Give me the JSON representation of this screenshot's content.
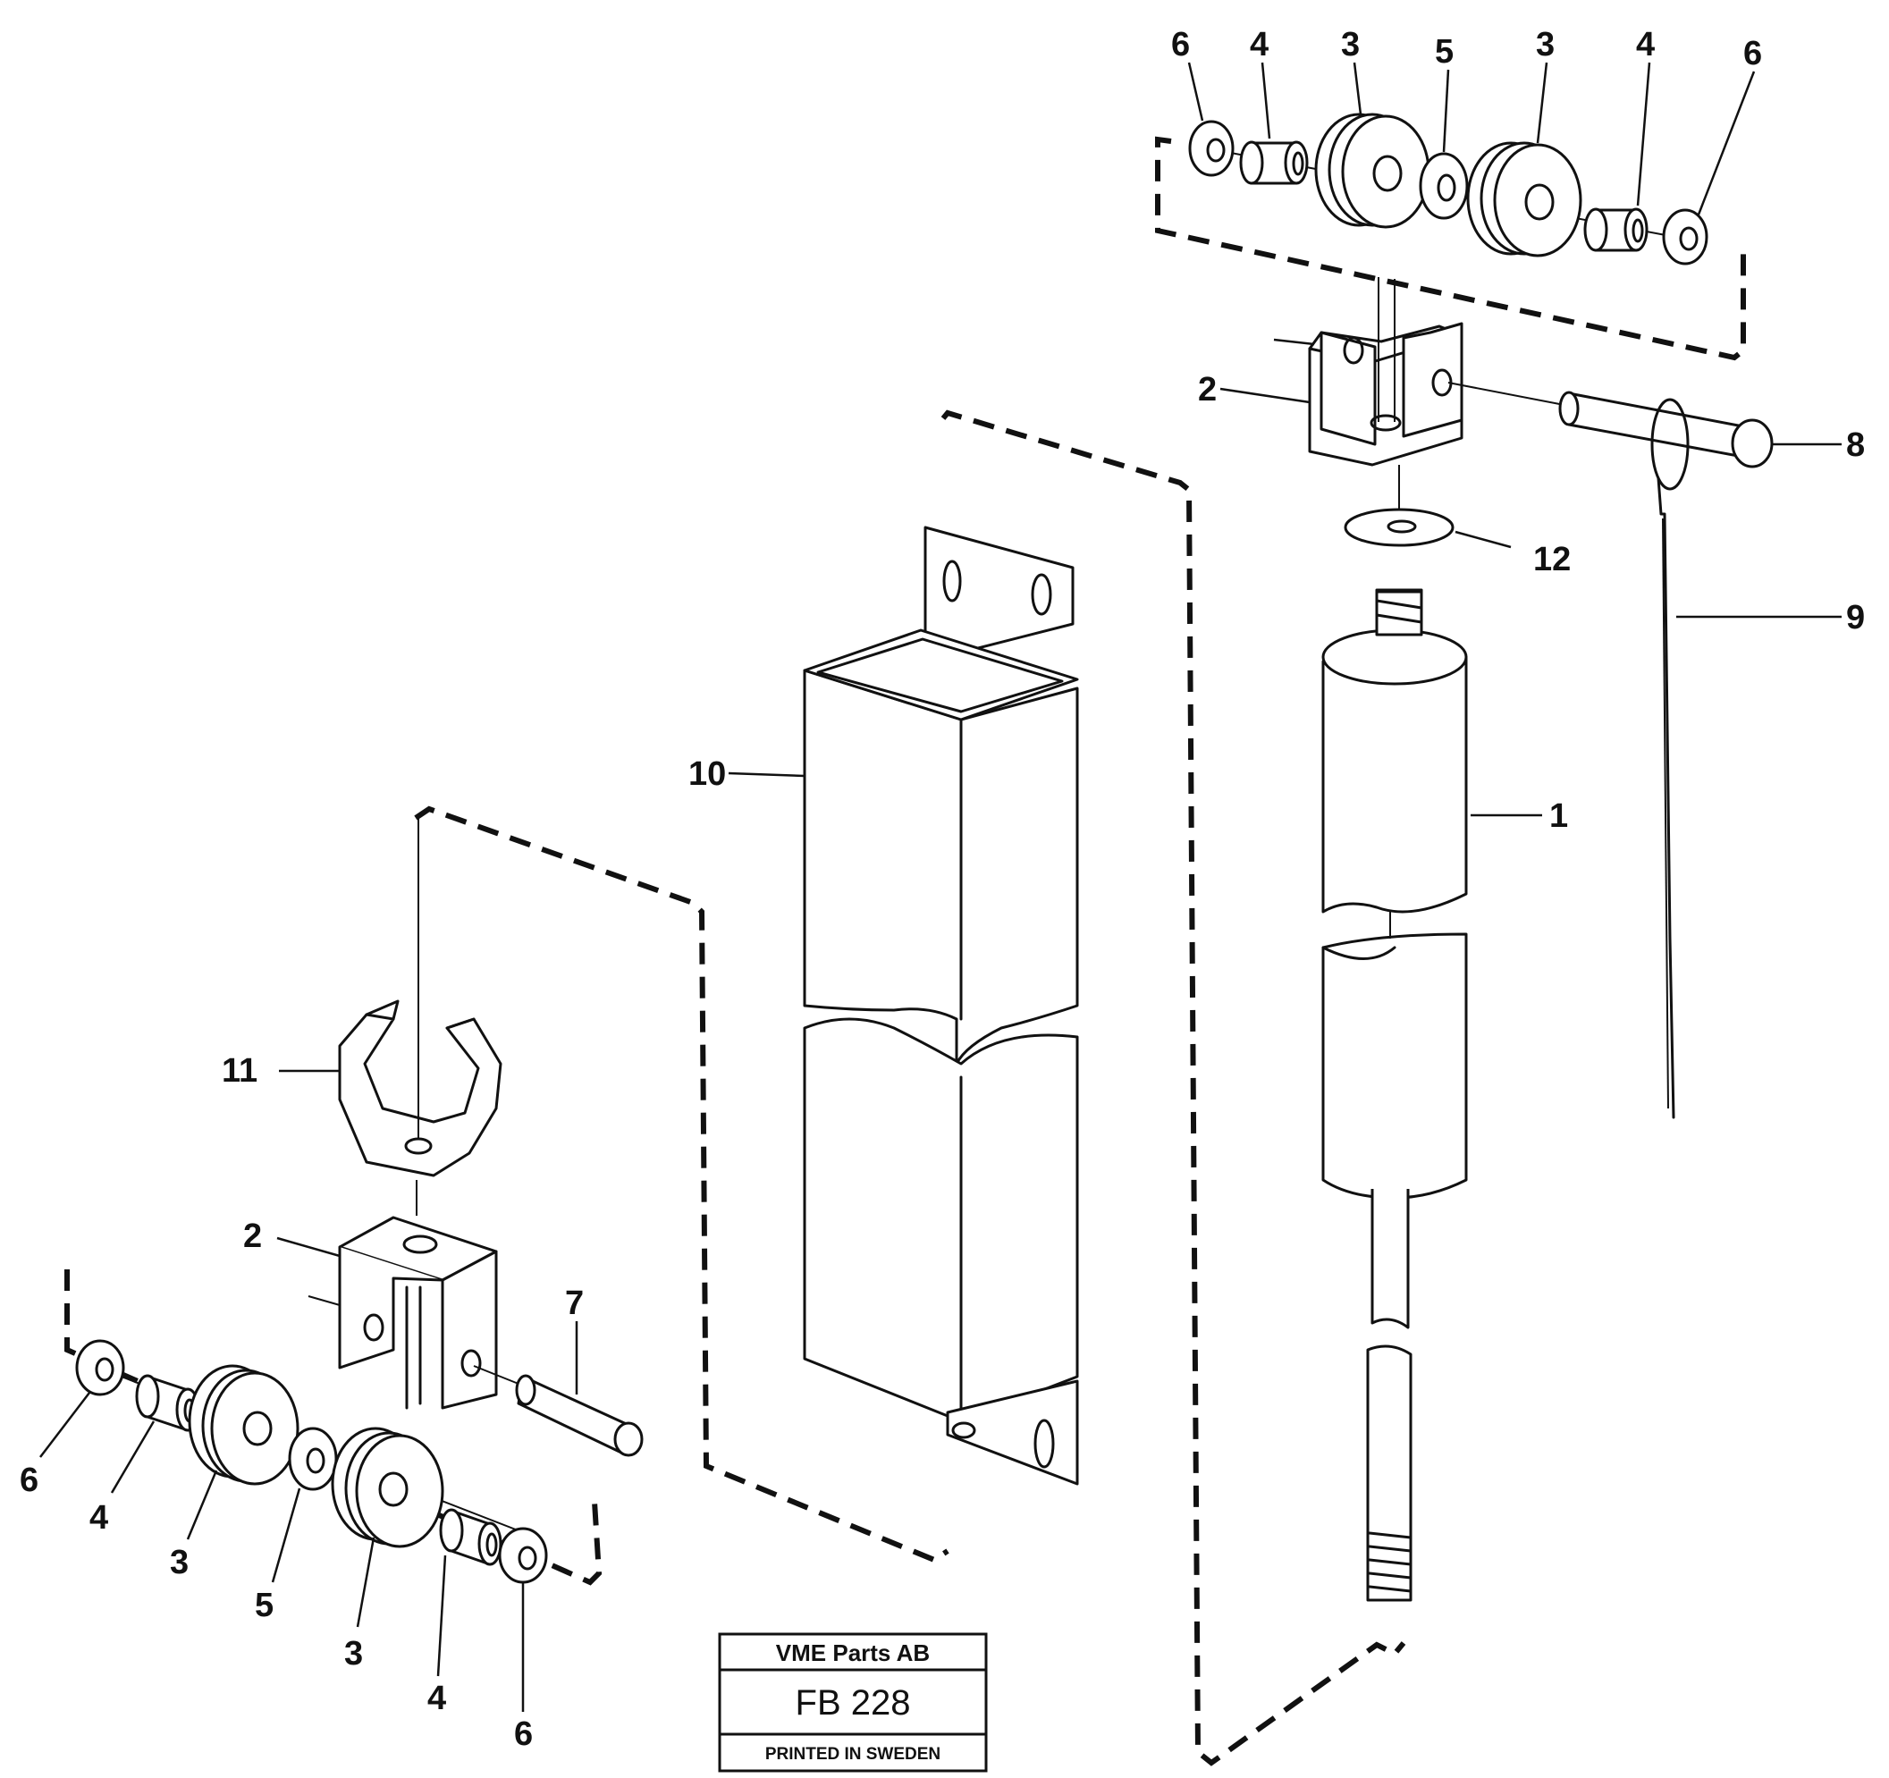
{
  "callouts": {
    "c1": "1",
    "c2a": "2",
    "c2b": "2",
    "c3a": "3",
    "c3b": "3",
    "c3c": "3",
    "c3d": "3",
    "c4a": "4",
    "c4b": "4",
    "c4c": "4",
    "c4d": "4",
    "c5a": "5",
    "c5b": "5",
    "c6a": "6",
    "c6b": "6",
    "c6c": "6",
    "c6d": "6",
    "c7": "7",
    "c8": "8",
    "c9": "9",
    "c10": "10",
    "c11": "11",
    "c12": "12"
  },
  "title_block": {
    "company": "VME Parts AB",
    "drawing_no": "FB 228",
    "printed": "PRINTED IN SWEDEN"
  }
}
